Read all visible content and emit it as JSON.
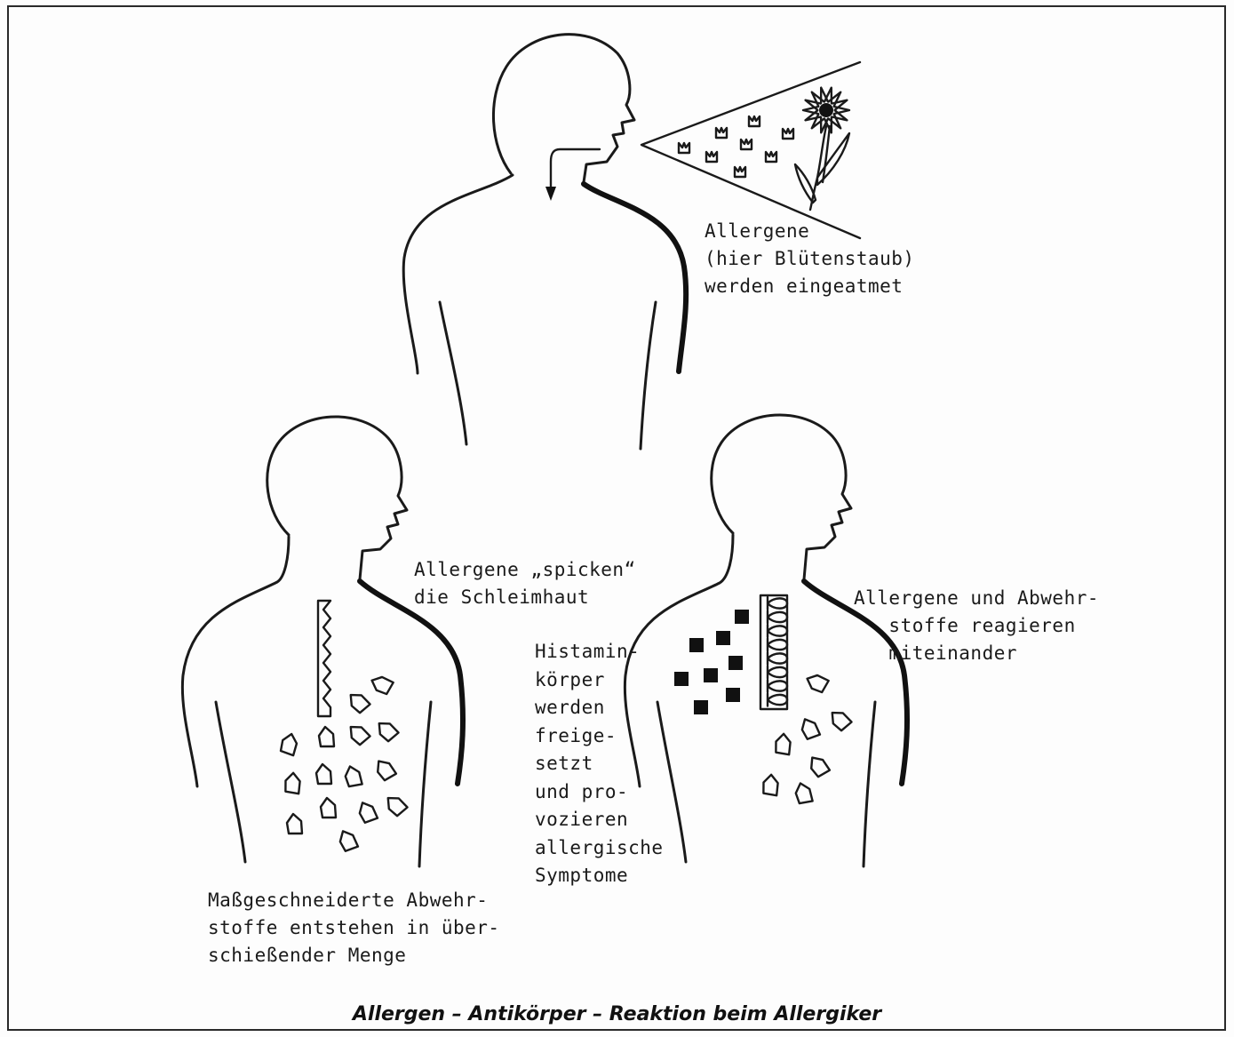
{
  "labels": {
    "inhale": "Allergene\n(hier Blütenstaub)\nwerden eingeatmet",
    "spike": "Allergene „spicken“\ndie Schleimhaut",
    "antibodies": "Maßgeschneiderte Abwehr-\nstoffe entstehen in über-\nschießender Menge",
    "react": "Allergene und Abwehr-\n   stoffe reagieren\n   miteinander",
    "histamine": "Histamin-\nkörper\nwerden\nfreige-\nsetzt\nund pro-\nvozieren\nallergische\nSymptome"
  },
  "caption": "Allergen – Antikörper – Reaktion beim Allergiker",
  "icons": [
    "flower-icon",
    "pollen-icon",
    "antibody-icon",
    "histamine-icon",
    "mucosa-icon"
  ],
  "colors": {
    "ink": "#1a1a1a",
    "paper": "#fdfdfd"
  }
}
